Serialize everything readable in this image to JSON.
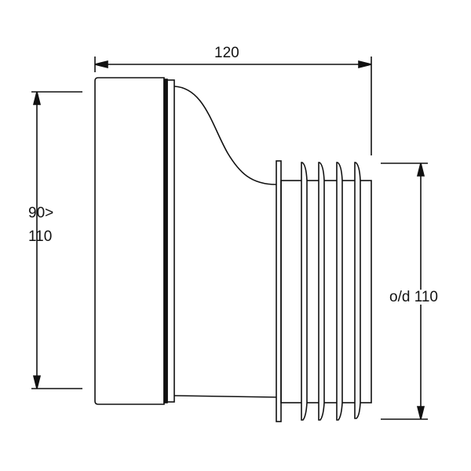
{
  "dimensions": {
    "overall_length": "120",
    "inlet_diameter_line1": "90>",
    "inlet_diameter_line2": "110",
    "outlet_diameter": "o/d 110"
  },
  "colors": {
    "line": "#111111",
    "background": "#ffffff"
  }
}
